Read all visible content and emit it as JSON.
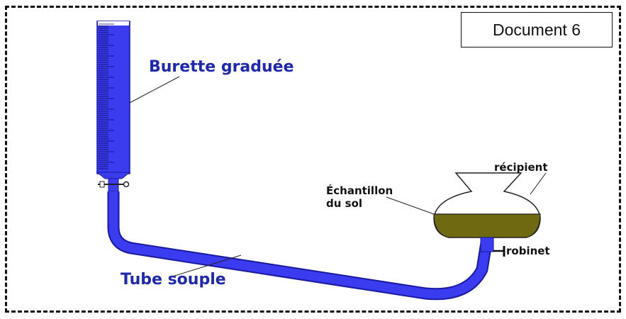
{
  "document_label": "Document 6",
  "labels": {
    "burette": "Burette graduée",
    "tube": "Tube souple",
    "recipient": "récipient",
    "sample_line1": "Échantillon",
    "sample_line2": "du sol",
    "valve": "robinet"
  },
  "colors": {
    "apparatus_blue": "#3b3bf0",
    "apparatus_dark": "#1a1aa0",
    "soil_sample": "#6f6a12",
    "label_blue": "#1e28a8"
  }
}
